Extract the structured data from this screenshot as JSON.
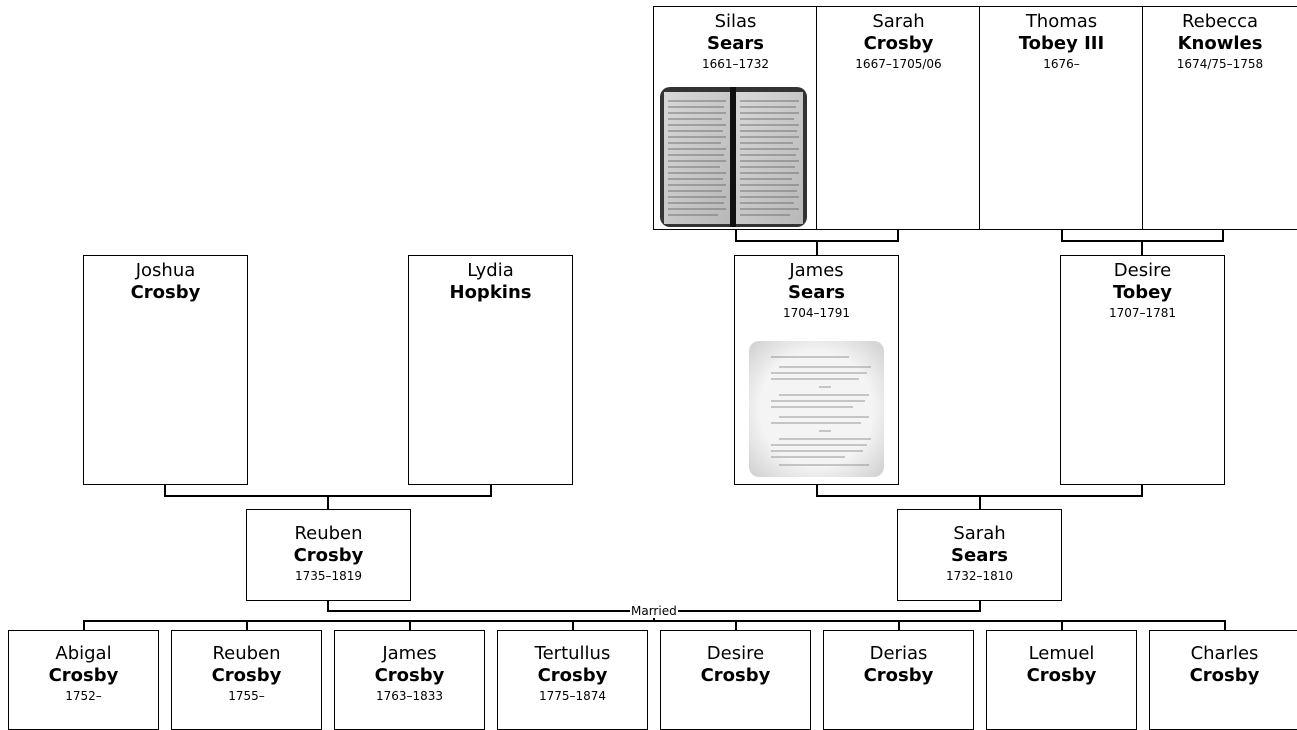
{
  "people": {
    "silas": {
      "first": "Silas",
      "last": "Sears",
      "dates": "1661–1732"
    },
    "sarah_crosby": {
      "first": "Sarah",
      "last": "Crosby",
      "dates": "1667–1705/06"
    },
    "thomas": {
      "first": "Thomas",
      "last": "Tobey III",
      "dates": "1676–"
    },
    "rebecca": {
      "first": "Rebecca",
      "last": "Knowles",
      "dates": "1674/75–1758"
    },
    "joshua": {
      "first": "Joshua",
      "last": "Crosby",
      "dates": ""
    },
    "lydia": {
      "first": "Lydia",
      "last": "Hopkins",
      "dates": ""
    },
    "james": {
      "first": "James",
      "last": "Sears",
      "dates": "1704–1791"
    },
    "desire_tobey": {
      "first": "Desire",
      "last": "Tobey",
      "dates": "1707–1781"
    },
    "reuben": {
      "first": "Reuben",
      "last": "Crosby",
      "dates": "1735–1819"
    },
    "sarah_sears": {
      "first": "Sarah",
      "last": "Sears",
      "dates": "1732–1810"
    }
  },
  "married_label": "Married",
  "children": [
    {
      "first": "Abigal",
      "last": "Crosby",
      "dates": "1752–"
    },
    {
      "first": "Reuben",
      "last": "Crosby",
      "dates": "1755–"
    },
    {
      "first": "James",
      "last": "Crosby",
      "dates": "1763–1833"
    },
    {
      "first": "Tertullus",
      "last": "Crosby",
      "dates": "1775–1874"
    },
    {
      "first": "Desire",
      "last": "Crosby",
      "dates": ""
    },
    {
      "first": "Derias",
      "last": "Crosby",
      "dates": ""
    },
    {
      "first": "Lemuel",
      "last": "Crosby",
      "dates": ""
    },
    {
      "first": "Charles",
      "last": "Crosby",
      "dates": ""
    }
  ]
}
